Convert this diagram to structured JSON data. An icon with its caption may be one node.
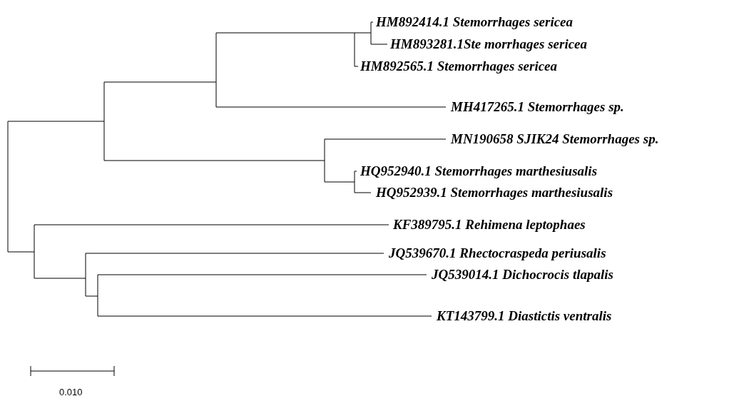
{
  "diagram": {
    "labels": [
      "HM892414.1 Stemorrhages sericea",
      "HM893281.1Ste morrhages sericea",
      "HM892565.1 Stemorrhages sericea",
      "MH417265.1 Stemorrhages sp.",
      "MN190658 SJIK24 Stemorrhages sp.",
      "HQ952940.1 Stemorrhages marthesiusalis",
      "HQ952939.1 Stemorrhages marthesiusalis",
      "KF389795.1 Rehimena leptophaes",
      "JQ539670.1 Rhectocraspeda periusalis",
      "JQ539014.1 Dichocrocis tlapalis",
      "KT143799.1 Diastictis ventralis",
      "0.010"
    ]
  }
}
